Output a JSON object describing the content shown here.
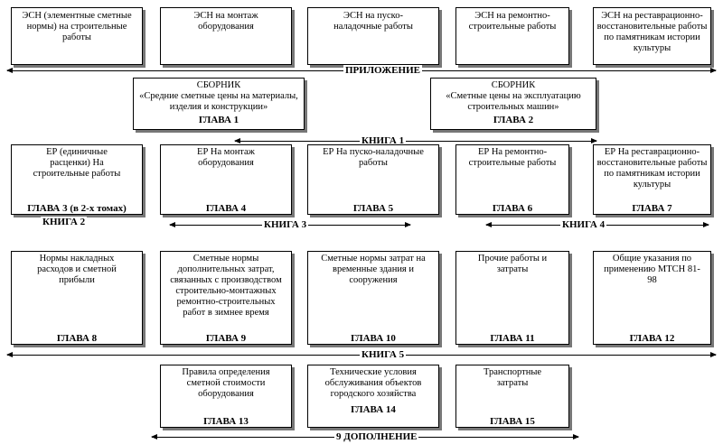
{
  "row1": [
    {
      "text": "ЭСН (элементные сметные нормы) на строительные работы"
    },
    {
      "text": "ЭСН на монтаж оборудования"
    },
    {
      "text": "ЭСН на пуско-наладочные работы"
    },
    {
      "text": "ЭСН на ремонтно-строительные работы"
    },
    {
      "text": "ЭСН на реставрационно-восстановительные работы по памятникам истории культуры"
    }
  ],
  "labels": {
    "appendix": "ПРИЛОЖЕНИЕ",
    "book1": "КНИГА 1",
    "book2": "КНИГА 2",
    "book3": "КНИГА 3",
    "book4": "КНИГА 4",
    "book5": "КНИГА 5",
    "supplement": "9 ДОПОЛНЕНИЕ"
  },
  "row2": [
    {
      "title": "СБОРНИК",
      "text": "«Средние сметные цены на материалы, изделия и конструкции»",
      "chapter": "ГЛАВА 1"
    },
    {
      "title": "СБОРНИК",
      "text": "«Сметные цены на эксплуатацию строительных машин»",
      "chapter": "ГЛАВА 2"
    }
  ],
  "row3": [
    {
      "text": "ЕР (единичные расценки) На строительные работы",
      "chapter": "ГЛАВА 3 (в 2-х томах)"
    },
    {
      "text": "ЕР На монтаж оборудования",
      "chapter": "ГЛАВА 4"
    },
    {
      "text": "ЕР На пуско-наладочные работы",
      "chapter": "ГЛАВА 5"
    },
    {
      "text": "ЕР На ремонтно-строительные работы",
      "chapter": "ГЛАВА 6"
    },
    {
      "text": "ЕР На реставрационно-восстановительные работы по памятникам истории культуры",
      "chapter": "ГЛАВА 7"
    }
  ],
  "row4": [
    {
      "text": "Нормы накладных расходов и сметной прибыли",
      "chapter": "ГЛАВА 8"
    },
    {
      "text": "Сметные нормы дополнительных затрат, связанных с производством строительно-монтажных ремонтно-строительных работ в зимнее время",
      "chapter": "ГЛАВА 9"
    },
    {
      "text": "Сметные нормы затрат на временные здания и сооружения",
      "chapter": "ГЛАВА 10"
    },
    {
      "text": "Прочие работы и затраты",
      "chapter": "ГЛАВА 11"
    },
    {
      "text": "Общие указания по применению МТСН 81-98",
      "chapter": "ГЛАВА 12"
    }
  ],
  "row5": [
    {
      "text": "Правила определения сметной стоимости оборудования",
      "chapter": "ГЛАВА 13"
    },
    {
      "text": "Технические условия обслуживания объектов городского хозяйства",
      "chapter": "ГЛАВА 14"
    },
    {
      "text": "Транспортные затраты",
      "chapter": "ГЛАВА 15"
    }
  ]
}
